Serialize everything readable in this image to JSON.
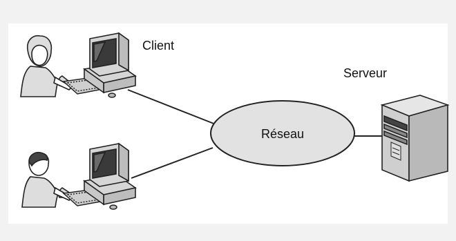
{
  "diagram": {
    "client_label": "Client",
    "server_label": "Serveur",
    "network_label": "Réseau"
  },
  "nodes": [
    {
      "id": "client-top",
      "kind": "workstation-user",
      "label_ref": "diagram.client_label"
    },
    {
      "id": "client-bottom",
      "kind": "workstation-user"
    },
    {
      "id": "network",
      "kind": "network-cloud",
      "label_ref": "diagram.network_label"
    },
    {
      "id": "server",
      "kind": "server-tower",
      "label_ref": "diagram.server_label"
    }
  ],
  "edges": [
    {
      "from": "client-top",
      "to": "network"
    },
    {
      "from": "client-bottom",
      "to": "network"
    },
    {
      "from": "network",
      "to": "server"
    }
  ],
  "colors": {
    "network_fill": "#e2e2e2",
    "stroke": "#222222",
    "screen": "#3a3a3a",
    "device": "#d6d6d6"
  }
}
